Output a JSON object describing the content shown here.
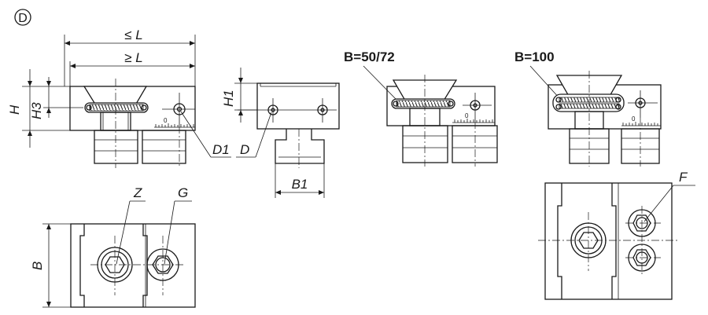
{
  "variant_label": "D",
  "labels": {
    "le_L": "≤ L",
    "ge_L": "≥ L",
    "H": "H",
    "H3": "H3",
    "H1": "H1",
    "D1": "D1",
    "D": "D",
    "B1": "B1",
    "B50": "B=50/72",
    "B100": "B=100",
    "Z": "Z",
    "G": "G",
    "B": "B",
    "F": "F",
    "scale0": "0"
  },
  "colors": {
    "line": "#1a1a1a",
    "background": "#ffffff"
  }
}
